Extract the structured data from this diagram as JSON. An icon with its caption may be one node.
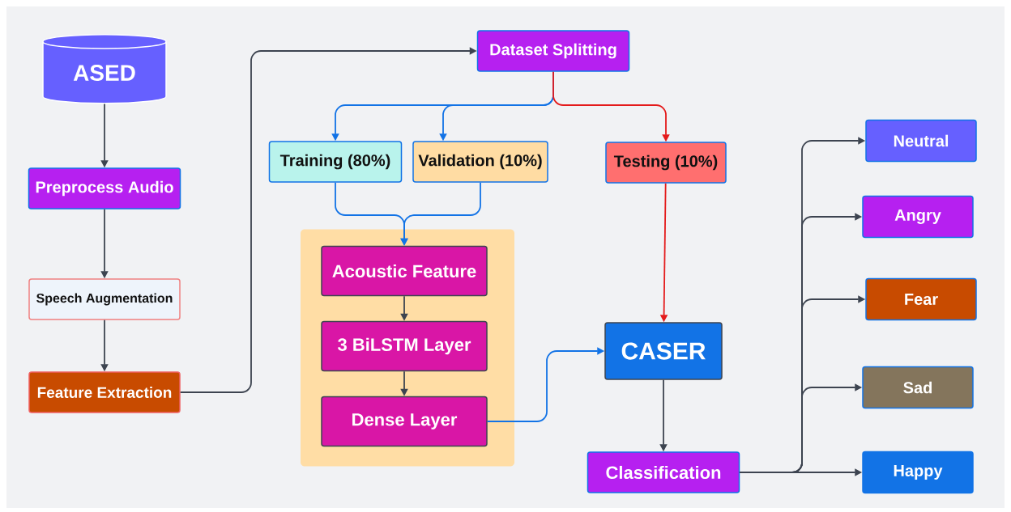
{
  "diagram": {
    "nodes": [
      {
        "text": [
          "ASED"
        ]
      },
      {
        "text": [
          "Preprocess Audio"
        ]
      },
      {
        "text": [
          "Speech Augmentation"
        ]
      },
      {
        "text": [
          "Feature Extraction"
        ]
      },
      {
        "text": [
          "Dataset Splitting"
        ]
      },
      {
        "text": [
          "Training (80%)"
        ]
      },
      {
        "text": [
          "Validation (10%)"
        ]
      },
      {
        "text": [
          "Testing (10%)"
        ]
      },
      {
        "text": [],
        "shape": "box"
      },
      {
        "text": [
          "Acoustic Feature"
        ],
        "in": 8
      },
      {
        "text": [
          "3 BiLSTM Layer"
        ],
        "in": 8
      },
      {
        "text": [
          "Dense Layer"
        ],
        "in": 8
      },
      {
        "text": [
          "CASER"
        ]
      },
      {
        "text": [
          "Classification"
        ]
      },
      {
        "text": [
          "Neutral"
        ]
      },
      {
        "text": [
          "Angry"
        ]
      },
      {
        "text": [
          "Fear"
        ]
      },
      {
        "text": [
          "Sad"
        ]
      },
      {
        "text": [
          "Happy"
        ]
      }
    ],
    "edges": [
      {
        "from": 0,
        "to": 1,
        "arrow": "to"
      },
      {
        "from": 1,
        "to": 2,
        "arrow": "to"
      },
      {
        "from": 2,
        "to": 3,
        "arrow": "to"
      },
      {
        "from": 3,
        "to": 4,
        "arrow": "to"
      },
      {
        "from": 4,
        "to": 5,
        "arrow": "to",
        "color": "#1273e6"
      },
      {
        "from": 4,
        "to": 6,
        "arrow": "to",
        "color": "#1273e6"
      },
      {
        "from": 4,
        "to": 7,
        "arrow": "to",
        "color": "#e41b1b"
      },
      {
        "from": 5,
        "to": 9,
        "arrow": "to",
        "color": "#1273e6"
      },
      {
        "from": 6,
        "to": 9,
        "arrow": "to",
        "color": "#1273e6"
      },
      {
        "from": 9,
        "to": 10,
        "arrow": "to"
      },
      {
        "from": 10,
        "to": 11,
        "arrow": "to"
      },
      {
        "from": 11,
        "to": 12,
        "arrow": "to",
        "color": "#1273e6"
      },
      {
        "from": 7,
        "to": 12,
        "arrow": "to",
        "color": "#e41b1b"
      },
      {
        "from": 12,
        "to": 13,
        "arrow": "to"
      },
      {
        "from": 13,
        "to": 14,
        "arrow": "to"
      },
      {
        "from": 13,
        "to": 15,
        "arrow": "to"
      },
      {
        "from": 13,
        "to": 16,
        "arrow": "to"
      },
      {
        "from": 13,
        "to": 17,
        "arrow": "to"
      },
      {
        "from": 13,
        "to": 18,
        "arrow": "to"
      }
    ]
  }
}
